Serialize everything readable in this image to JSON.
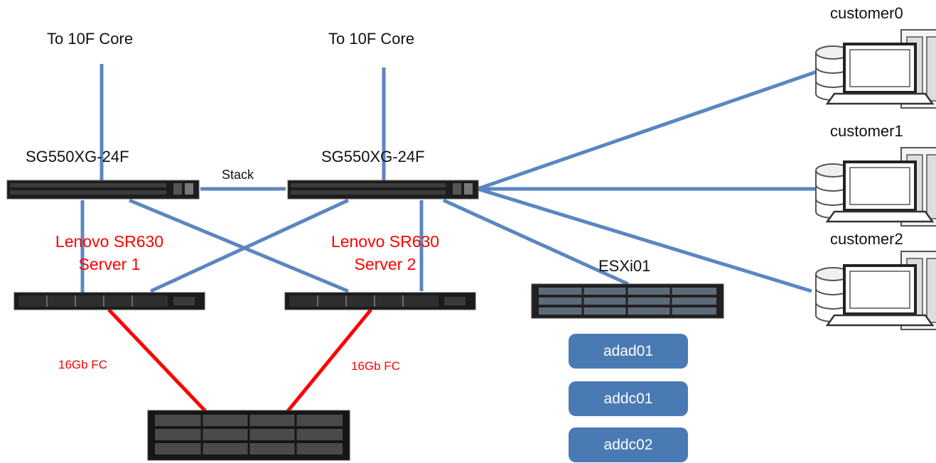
{
  "colors": {
    "ethernet_link": "#5b87c0",
    "fc_link": "#ff0000",
    "vm_box": "#4a7ab4",
    "server_label": "#ff0000"
  },
  "uplinks": [
    "To 10F Core",
    "To 10F Core"
  ],
  "switches": [
    {
      "model": "SG550XG-24F"
    },
    {
      "model": "SG550XG-24F"
    }
  ],
  "stack_label": "Stack",
  "servers": [
    {
      "title": "Lenovo SR630",
      "subtitle": "Server 1"
    },
    {
      "title": "Lenovo SR630",
      "subtitle": "Server 2"
    }
  ],
  "fc_links": [
    "16Gb FC",
    "16Gb FC"
  ],
  "esxi_host": "ESXi01",
  "vms": [
    "adad01",
    "addc01",
    "addc02"
  ],
  "customers": [
    "customer0",
    "customer1",
    "customer2"
  ],
  "icons": {
    "switch": "network-switch-icon",
    "server": "rack-server-icon",
    "storage": "storage-array-icon",
    "esxi": "rack-server-icon",
    "customer": "client-workstation-icon"
  }
}
